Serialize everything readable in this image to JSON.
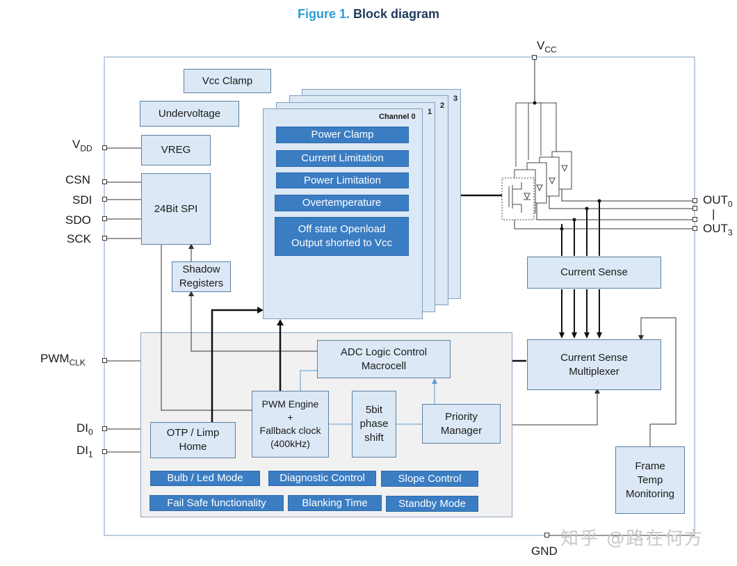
{
  "figure": {
    "number": "Figure 1.",
    "title": "Block diagram"
  },
  "pins": {
    "vcc": "V",
    "vcc_sub": "CC",
    "vdd": "V",
    "vdd_sub": "DD",
    "csn": "CSN",
    "sdi": "SDI",
    "sdo": "SDO",
    "sck": "SCK",
    "pwmclk": "PWM",
    "pwmclk_sub": "CLK",
    "di0": "DI",
    "di0_sub": "0",
    "di1": "DI",
    "di1_sub": "1",
    "gnd": "GND",
    "out0": "OUT",
    "out0_sub": "0",
    "out_sep": "|",
    "out3": "OUT",
    "out3_sub": "3"
  },
  "blocks": {
    "vcc_clamp": "Vcc Clamp",
    "undervoltage": "Undervoltage",
    "vreg": "VREG",
    "spi": "24Bit SPI",
    "shadow": [
      "Shadow",
      "Registers"
    ],
    "current_sense": "Current Sense",
    "current_sense_mux": [
      "Current Sense",
      "Multiplexer"
    ],
    "frame_temp": [
      "Frame",
      "Temp",
      "Monitoring"
    ],
    "adc_logic": [
      "ADC Logic Control",
      "Macrocell"
    ],
    "pwm_engine": [
      "PWM Engine",
      "+",
      "Fallback clock",
      "(400kHz)"
    ],
    "otp": [
      "OTP / Limp",
      "Home"
    ],
    "phase_shift": [
      "5bit",
      "phase",
      "shift"
    ],
    "priority": [
      "Priority",
      "Manager"
    ]
  },
  "channel": {
    "labels": [
      "Channel 0",
      "1",
      "2",
      "3"
    ],
    "functions": [
      "Power Clamp",
      "Current Limitation",
      "Power Limitation",
      "Overtemperature"
    ],
    "openload": [
      "Off state Openload",
      "Output shorted to Vcc"
    ]
  },
  "features": [
    "Bulb / Led  Mode",
    "Diagnostic Control",
    "Slope Control",
    "Fail Safe functionality",
    "Blanking Time",
    "Standby Mode"
  ],
  "watermark": "知乎 @路在何方",
  "colors": {
    "accent": "#2e9bd6",
    "block_fill": "#dce8f5",
    "function_fill": "#3b7dc3",
    "panel_fill": "#f1f1f1"
  }
}
